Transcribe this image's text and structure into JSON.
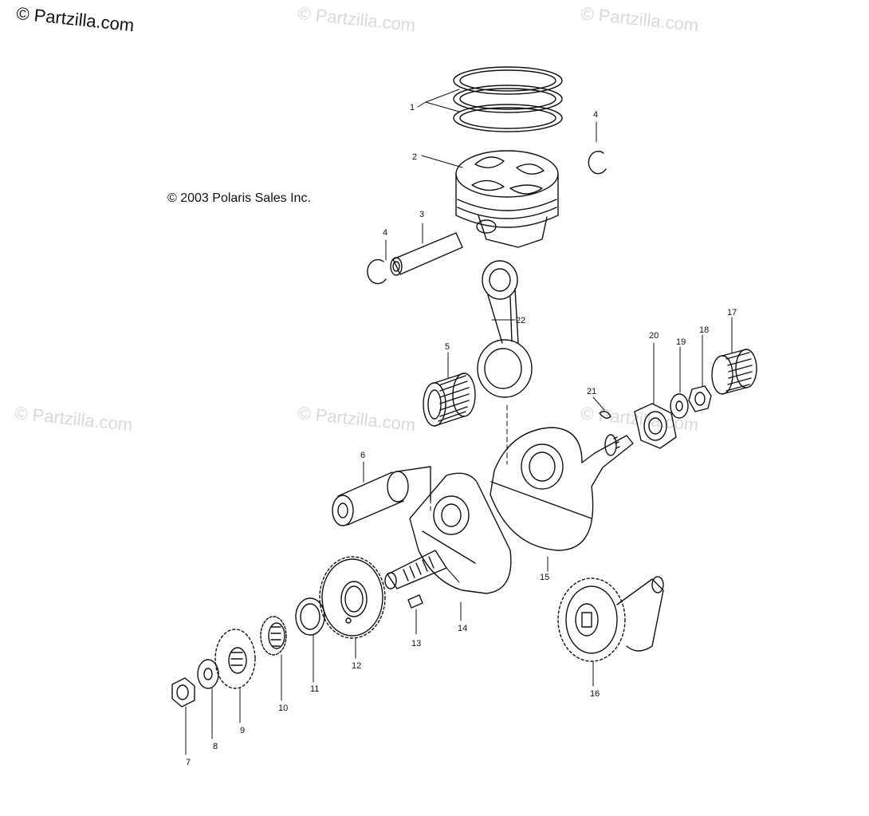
{
  "brand": "© Partzilla.com",
  "watermark": "© Partzilla.com",
  "copyright": "© 2003 Polaris Sales Inc.",
  "callouts": [
    "1",
    "2",
    "3",
    "4",
    "4",
    "5",
    "6",
    "7",
    "8",
    "9",
    "10",
    "11",
    "12",
    "13",
    "14",
    "15",
    "16",
    "17",
    "18",
    "19",
    "20",
    "21",
    "22"
  ],
  "colors": {
    "line": "#111111",
    "watermark": "#d9d9d9",
    "background": "#ffffff"
  }
}
